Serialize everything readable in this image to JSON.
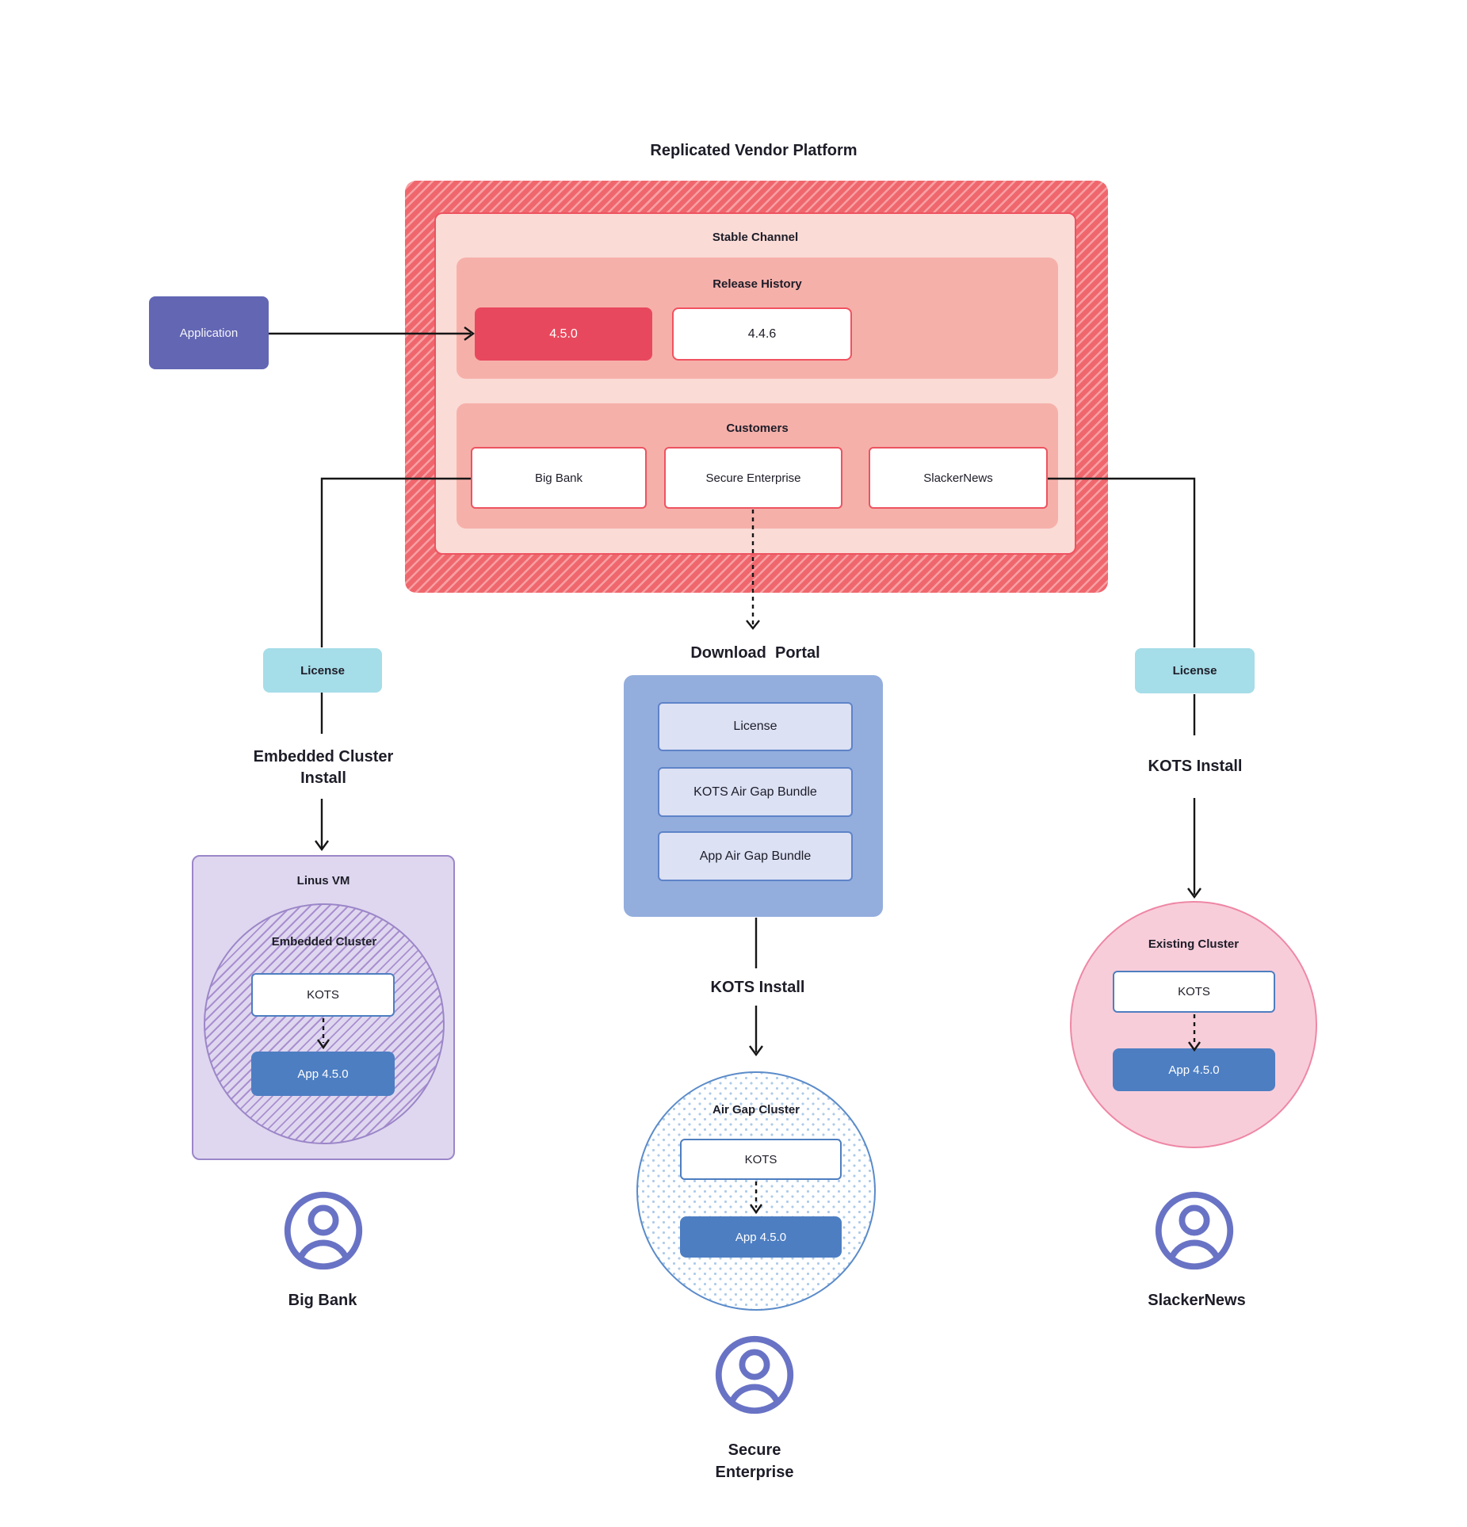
{
  "title": "Replicated Vendor Platform",
  "application": {
    "label": "Application"
  },
  "platform": {
    "stable_channel": {
      "label": "Stable Channel",
      "release_history": {
        "label": "Release History",
        "releases": [
          {
            "version": "4.5.0",
            "state": "current"
          },
          {
            "version": "4.4.6",
            "state": "previous"
          }
        ]
      },
      "customers": {
        "label": "Customers",
        "items": [
          "Big Bank",
          "Secure Enterprise",
          "SlackerNews"
        ]
      }
    }
  },
  "left_branch": {
    "license_label": "License",
    "install_line1": "Embedded Cluster",
    "install_line2": "Install",
    "vm_label": "Linus VM",
    "cluster_label": "Embedded Cluster",
    "kots_label": "KOTS",
    "app_label": "App 4.5.0",
    "person_label": "Big Bank"
  },
  "middle_branch": {
    "portal_title": "Download  Portal",
    "portal_items": [
      "License",
      "KOTS Air Gap Bundle",
      "App Air Gap Bundle"
    ],
    "install_label": "KOTS Install",
    "cluster_label": "Air Gap Cluster",
    "kots_label": "KOTS",
    "app_label": "App 4.5.0",
    "person_line1": "Secure",
    "person_line2": "Enterprise"
  },
  "right_branch": {
    "license_label": "License",
    "install_label": "KOTS Install",
    "cluster_label": "Existing Cluster",
    "kots_label": "KOTS",
    "app_label": "App 4.5.0",
    "person_label": "SlackerNews"
  },
  "colors": {
    "hatch_dark": "#EF676D",
    "hatch_light": "#F7A0A4",
    "stable_fill": "#FBDBD6",
    "section_fill": "#F6B0AA",
    "accent_red": "#E8485D",
    "application_purple": "#6266B3",
    "license_cyan": "#A5DDE8",
    "portal_blue": "#93AEDD",
    "portal_item_fill": "#DCE1F4",
    "portal_item_border": "#5E83C8",
    "app_blue": "#4D7EC2",
    "kots_border": "#4E7EC0",
    "vm_fill": "#DFD7EF",
    "vm_border": "#9B86C8",
    "vm_hatch": "#A98FD0",
    "existing_fill": "#F8CDDA",
    "existing_border": "#EE87A5",
    "airgap_border": "#5B8BC9",
    "airgap_dot": "#AECBEA",
    "person_purple": "#6973C5",
    "line_black": "#161616"
  }
}
